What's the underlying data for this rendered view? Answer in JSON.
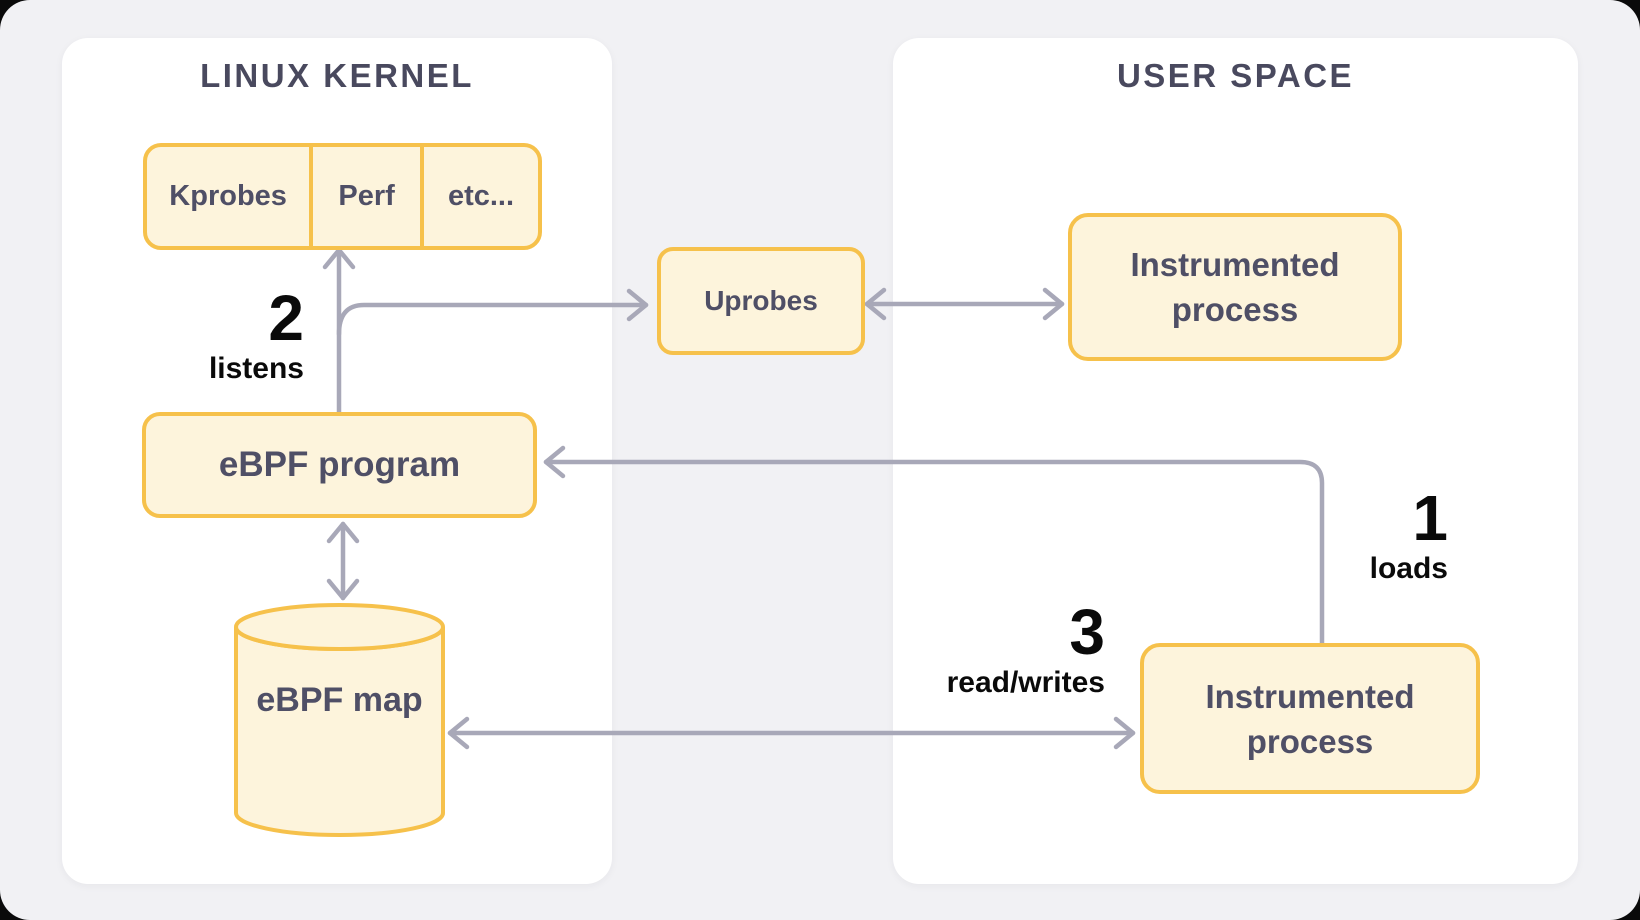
{
  "colors": {
    "background": "#F1F1F4",
    "panel": "#FFFFFF",
    "box_fill": "#FDF4DC",
    "box_border": "#F6C14B",
    "box_text": "#4F4F66",
    "panel_title": "#49495E",
    "arrow": "#A8A8B8",
    "annotation_text": "#0A0A0A"
  },
  "panels": {
    "kernel": {
      "title": "LINUX KERNEL"
    },
    "user": {
      "title": "USER SPACE"
    }
  },
  "nodes": {
    "hooks": {
      "cells": [
        "Kprobes",
        "Perf",
        "etc..."
      ]
    },
    "uprobes": {
      "label": "Uprobes"
    },
    "ebpf_program": {
      "label": "eBPF program"
    },
    "ebpf_map": {
      "label": "eBPF map"
    },
    "instrumented_top": {
      "label": "Instrumented process"
    },
    "instrumented_bottom": {
      "label": "Instrumented process"
    }
  },
  "annotations": {
    "loads": {
      "number": "1",
      "label": "loads"
    },
    "listens": {
      "number": "2",
      "label": "listens"
    },
    "read_writes": {
      "number": "3",
      "label": "read/writes"
    }
  }
}
